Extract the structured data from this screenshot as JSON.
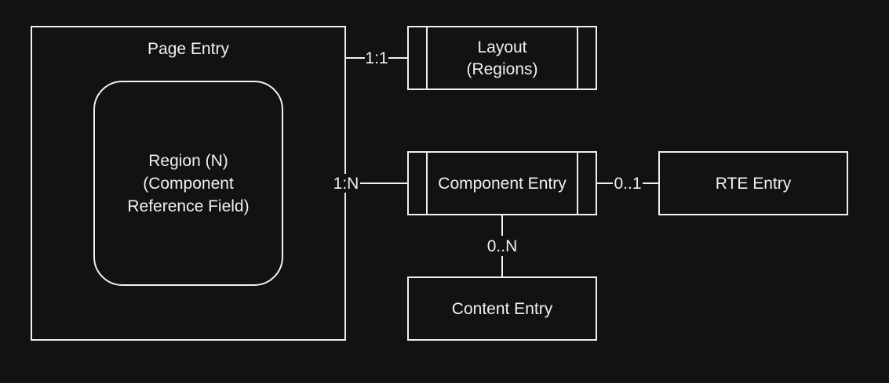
{
  "nodes": {
    "page_entry": {
      "label": "Page Entry"
    },
    "region": {
      "lines": [
        "Region (N)",
        "(Component",
        "Reference Field)"
      ]
    },
    "layout": {
      "lines": [
        "Layout",
        "(Regions)"
      ]
    },
    "component_entry": {
      "label": "Component Entry"
    },
    "rte_entry": {
      "label": "RTE Entry"
    },
    "content_entry": {
      "label": "Content Entry"
    }
  },
  "edges": {
    "page_layout": {
      "label": "1:1"
    },
    "region_component": {
      "label": "1:N"
    },
    "component_rte": {
      "label": "0..1"
    },
    "component_content": {
      "label": "0..N"
    }
  },
  "colors": {
    "background": "#121212",
    "stroke": "#f0f0f0"
  }
}
